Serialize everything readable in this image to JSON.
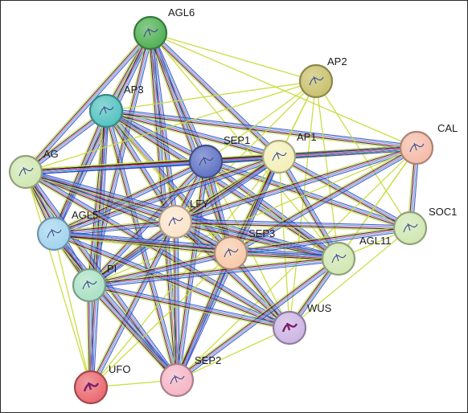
{
  "nodes": [
    {
      "id": "AGL6",
      "label": "AGL6",
      "color": "#4caf50"
    },
    {
      "id": "AP2",
      "label": "AP2",
      "color": "#c8c06a"
    },
    {
      "id": "AP3",
      "label": "AP3",
      "color": "#4fc1bf"
    },
    {
      "id": "CAL",
      "label": "CAL",
      "color": "#f4b9a6"
    },
    {
      "id": "SEP1",
      "label": "SEP1",
      "color": "#5b6fc3"
    },
    {
      "id": "AP1",
      "label": "AP1",
      "color": "#f2efb6"
    },
    {
      "id": "AG",
      "label": "AG",
      "color": "#cfe6b0"
    },
    {
      "id": "LFY",
      "label": "LFY",
      "color": "#fbe3c7"
    },
    {
      "id": "SOC1",
      "label": "SOC1",
      "color": "#cfe6b0"
    },
    {
      "id": "AGL5",
      "label": "AGL5",
      "color": "#9fd3ee"
    },
    {
      "id": "SEP3",
      "label": "SEP3",
      "color": "#f8c8a6"
    },
    {
      "id": "AGL11",
      "label": "AGL11",
      "color": "#cfe6b0"
    },
    {
      "id": "PI",
      "label": "PI",
      "color": "#a9e0c3"
    },
    {
      "id": "WUS",
      "label": "WUS",
      "color": "#cbb3e3"
    },
    {
      "id": "UFO",
      "label": "UFO",
      "color": "#e9656c"
    },
    {
      "id": "SEP2",
      "label": "SEP2",
      "color": "#f4b3c4"
    }
  ],
  "edge_colors": {
    "text_mining": "#c8dc3c",
    "coexpression": "#1b1b1b",
    "experimental": "#d64ea6",
    "database": "#3fb7d9",
    "curated": "#3a3ec7"
  },
  "edges": [
    [
      "AGL6",
      "AP3",
      "dense"
    ],
    [
      "AGL6",
      "SEP1",
      "dense"
    ],
    [
      "AGL6",
      "AG",
      "dense"
    ],
    [
      "AGL6",
      "LFY",
      "dense"
    ],
    [
      "AGL6",
      "SEP3",
      "dense"
    ],
    [
      "AGL6",
      "AP1",
      "dense"
    ],
    [
      "AGL6",
      "AGL5",
      "dense"
    ],
    [
      "AGL6",
      "PI",
      "dense"
    ],
    [
      "AGL6",
      "SEP2",
      "dense"
    ],
    [
      "AGL6",
      "AP2",
      "text"
    ],
    [
      "AGL6",
      "CAL",
      "text"
    ],
    [
      "AGL6",
      "AGL11",
      "text"
    ],
    [
      "AP3",
      "SEP1",
      "dense"
    ],
    [
      "AP3",
      "AP1",
      "dense"
    ],
    [
      "AP3",
      "AG",
      "dense"
    ],
    [
      "AP3",
      "AGL5",
      "dense"
    ],
    [
      "AP3",
      "PI",
      "dense"
    ],
    [
      "AP3",
      "SEP3",
      "dense"
    ],
    [
      "AP3",
      "LFY",
      "dense"
    ],
    [
      "AP3",
      "SEP2",
      "dense"
    ],
    [
      "AP3",
      "CAL",
      "dense"
    ],
    [
      "AP3",
      "AP2",
      "text"
    ],
    [
      "AP3",
      "UFO",
      "dense"
    ],
    [
      "AP3",
      "WUS",
      "text"
    ],
    [
      "AP3",
      "AGL11",
      "dense"
    ],
    [
      "AP2",
      "SEP1",
      "text"
    ],
    [
      "AP2",
      "AP1",
      "text"
    ],
    [
      "AP2",
      "AG",
      "text"
    ],
    [
      "AP2",
      "LFY",
      "text"
    ],
    [
      "AP2",
      "SOC1",
      "text"
    ],
    [
      "AP2",
      "AGL11",
      "text"
    ],
    [
      "AP2",
      "WUS",
      "text"
    ],
    [
      "AP2",
      "SEP3",
      "text"
    ],
    [
      "SEP1",
      "AP1",
      "dense"
    ],
    [
      "SEP1",
      "AG",
      "dense"
    ],
    [
      "SEP1",
      "LFY",
      "dense"
    ],
    [
      "SEP1",
      "SEP3",
      "dense"
    ],
    [
      "SEP1",
      "AGL5",
      "dense"
    ],
    [
      "SEP1",
      "PI",
      "dense"
    ],
    [
      "SEP1",
      "SEP2",
      "dense"
    ],
    [
      "SEP1",
      "CAL",
      "dense"
    ],
    [
      "SEP1",
      "AGL11",
      "dense"
    ],
    [
      "SEP1",
      "SOC1",
      "dense"
    ],
    [
      "SEP1",
      "WUS",
      "text"
    ],
    [
      "AP1",
      "CAL",
      "dense"
    ],
    [
      "AP1",
      "LFY",
      "dense"
    ],
    [
      "AP1",
      "SEP3",
      "dense"
    ],
    [
      "AP1",
      "SOC1",
      "dense"
    ],
    [
      "AP1",
      "AG",
      "dense"
    ],
    [
      "AP1",
      "AGL5",
      "dense"
    ],
    [
      "AP1",
      "PI",
      "dense"
    ],
    [
      "AP1",
      "SEP2",
      "dense"
    ],
    [
      "AP1",
      "AGL11",
      "dense"
    ],
    [
      "AP1",
      "WUS",
      "text"
    ],
    [
      "AP1",
      "UFO",
      "text"
    ],
    [
      "CAL",
      "LFY",
      "dense"
    ],
    [
      "CAL",
      "SEP3",
      "dense"
    ],
    [
      "CAL",
      "SOC1",
      "dense"
    ],
    [
      "CAL",
      "AGL11",
      "text"
    ],
    [
      "CAL",
      "AG",
      "dense"
    ],
    [
      "CAL",
      "WUS",
      "text"
    ],
    [
      "CAL",
      "SEP2",
      "text"
    ],
    [
      "CAL",
      "PI",
      "text"
    ],
    [
      "AG",
      "LFY",
      "dense"
    ],
    [
      "AG",
      "AGL5",
      "dense"
    ],
    [
      "AG",
      "PI",
      "dense"
    ],
    [
      "AG",
      "SEP3",
      "dense"
    ],
    [
      "AG",
      "SEP2",
      "dense"
    ],
    [
      "AG",
      "WUS",
      "dense"
    ],
    [
      "AG",
      "AGL11",
      "dense"
    ],
    [
      "AG",
      "UFO",
      "text"
    ],
    [
      "LFY",
      "AGL5",
      "dense"
    ],
    [
      "LFY",
      "SEP3",
      "dense"
    ],
    [
      "LFY",
      "PI",
      "dense"
    ],
    [
      "LFY",
      "SEP2",
      "dense"
    ],
    [
      "LFY",
      "UFO",
      "dense"
    ],
    [
      "LFY",
      "WUS",
      "dense"
    ],
    [
      "LFY",
      "AGL11",
      "dense"
    ],
    [
      "LFY",
      "SOC1",
      "dense"
    ],
    [
      "SOC1",
      "SEP3",
      "dense"
    ],
    [
      "SOC1",
      "AGL11",
      "text"
    ],
    [
      "SOC1",
      "WUS",
      "text"
    ],
    [
      "AGL5",
      "PI",
      "dense"
    ],
    [
      "AGL5",
      "SEP3",
      "dense"
    ],
    [
      "AGL5",
      "SEP2",
      "dense"
    ],
    [
      "AGL5",
      "AGL11",
      "dense"
    ],
    [
      "AGL5",
      "WUS",
      "dense"
    ],
    [
      "AGL5",
      "UFO",
      "text"
    ],
    [
      "SEP3",
      "PI",
      "dense"
    ],
    [
      "SEP3",
      "SEP2",
      "dense"
    ],
    [
      "SEP3",
      "AGL11",
      "dense"
    ],
    [
      "SEP3",
      "WUS",
      "dense"
    ],
    [
      "SEP3",
      "UFO",
      "text"
    ],
    [
      "AGL11",
      "PI",
      "dense"
    ],
    [
      "AGL11",
      "SEP2",
      "dense"
    ],
    [
      "AGL11",
      "WUS",
      "dense"
    ],
    [
      "PI",
      "SEP2",
      "dense"
    ],
    [
      "PI",
      "WUS",
      "dense"
    ],
    [
      "PI",
      "UFO",
      "dense"
    ],
    [
      "WUS",
      "SEP2",
      "text"
    ],
    [
      "UFO",
      "SEP2",
      "text"
    ]
  ]
}
